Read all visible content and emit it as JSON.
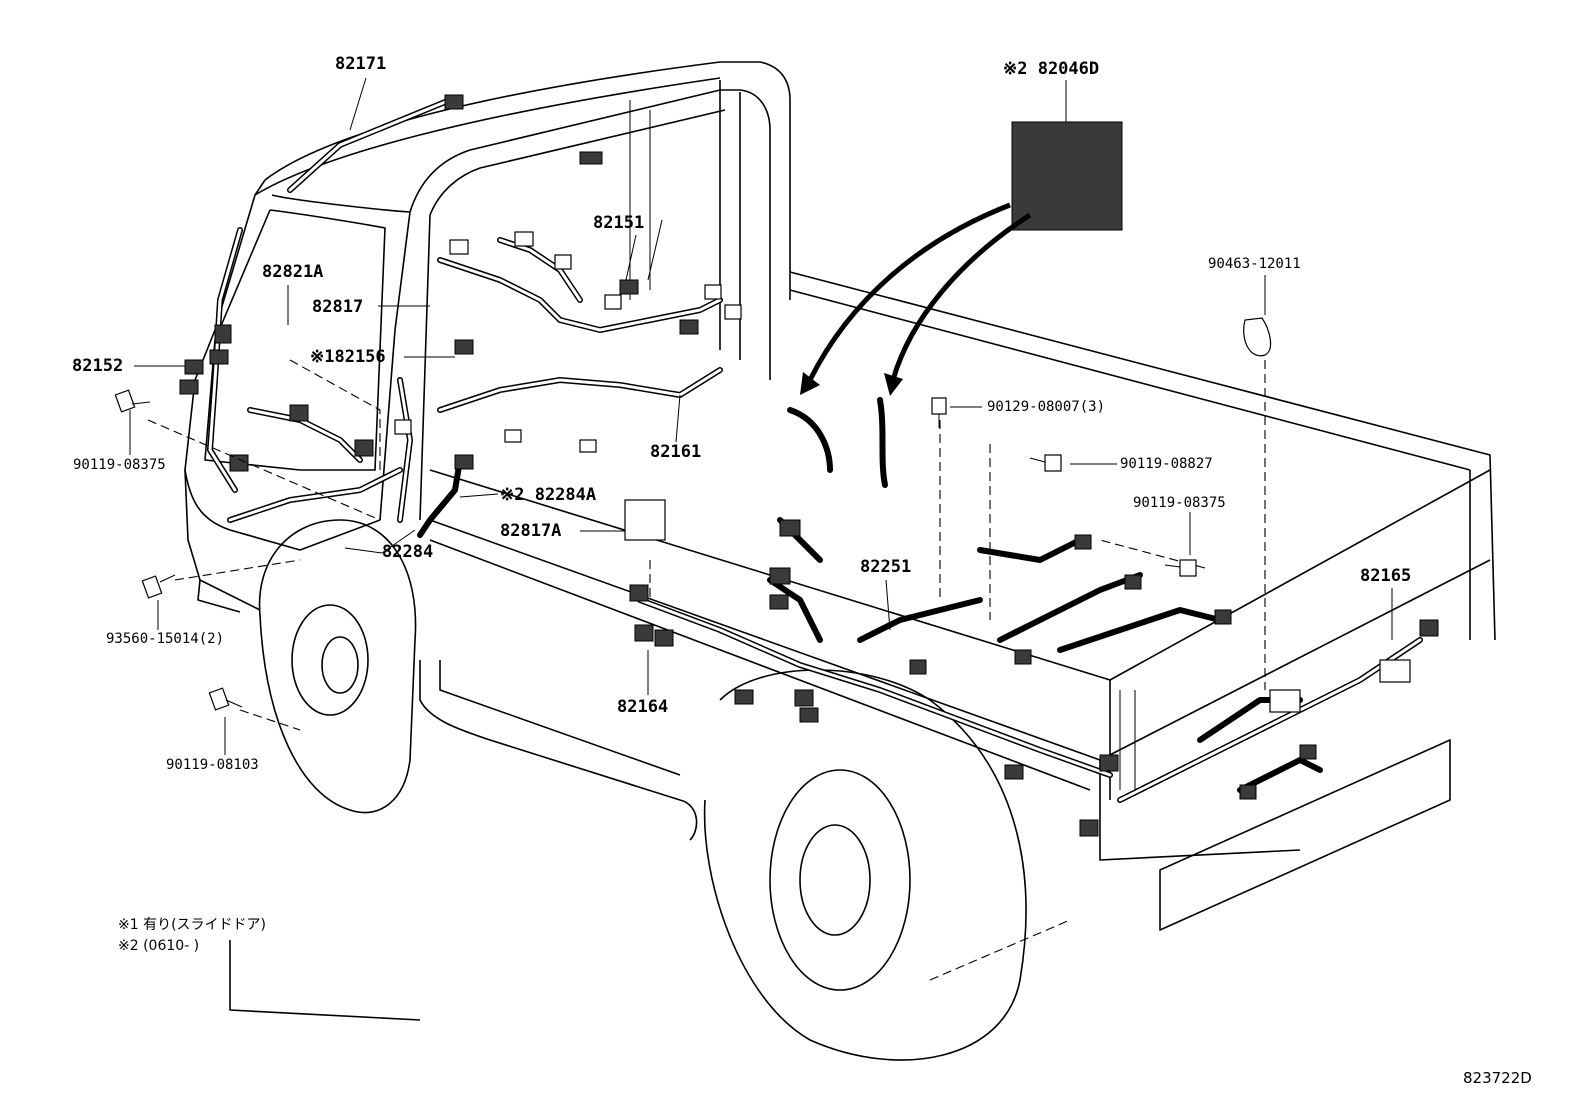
{
  "diagram": {
    "labels": {
      "p82171": "82171",
      "p82046D": "※2 82046D",
      "p82151": "82151",
      "p82821A": "82821A",
      "p82817": "82817",
      "p82156": "※182156",
      "p82152": "82152",
      "p90119_08375_left": "90119-08375",
      "p82161": "82161",
      "p82284A": "※2 82284A",
      "p82817A": "82817A",
      "p82284": "82284",
      "p93560": "93560-15014(2)",
      "p90119_08103": "90119-08103",
      "p82164": "82164",
      "p82251": "82251",
      "p90463": "90463-12011",
      "p90129": "90129-08007(3)",
      "p90119_08827": "90119-08827",
      "p90119_08375_right": "90119-08375",
      "p82165": "82165"
    },
    "notes": {
      "note1": "※1 有り(スライドドア)",
      "note2": "※2 (0610-       )"
    },
    "figure_code": "823722D"
  }
}
